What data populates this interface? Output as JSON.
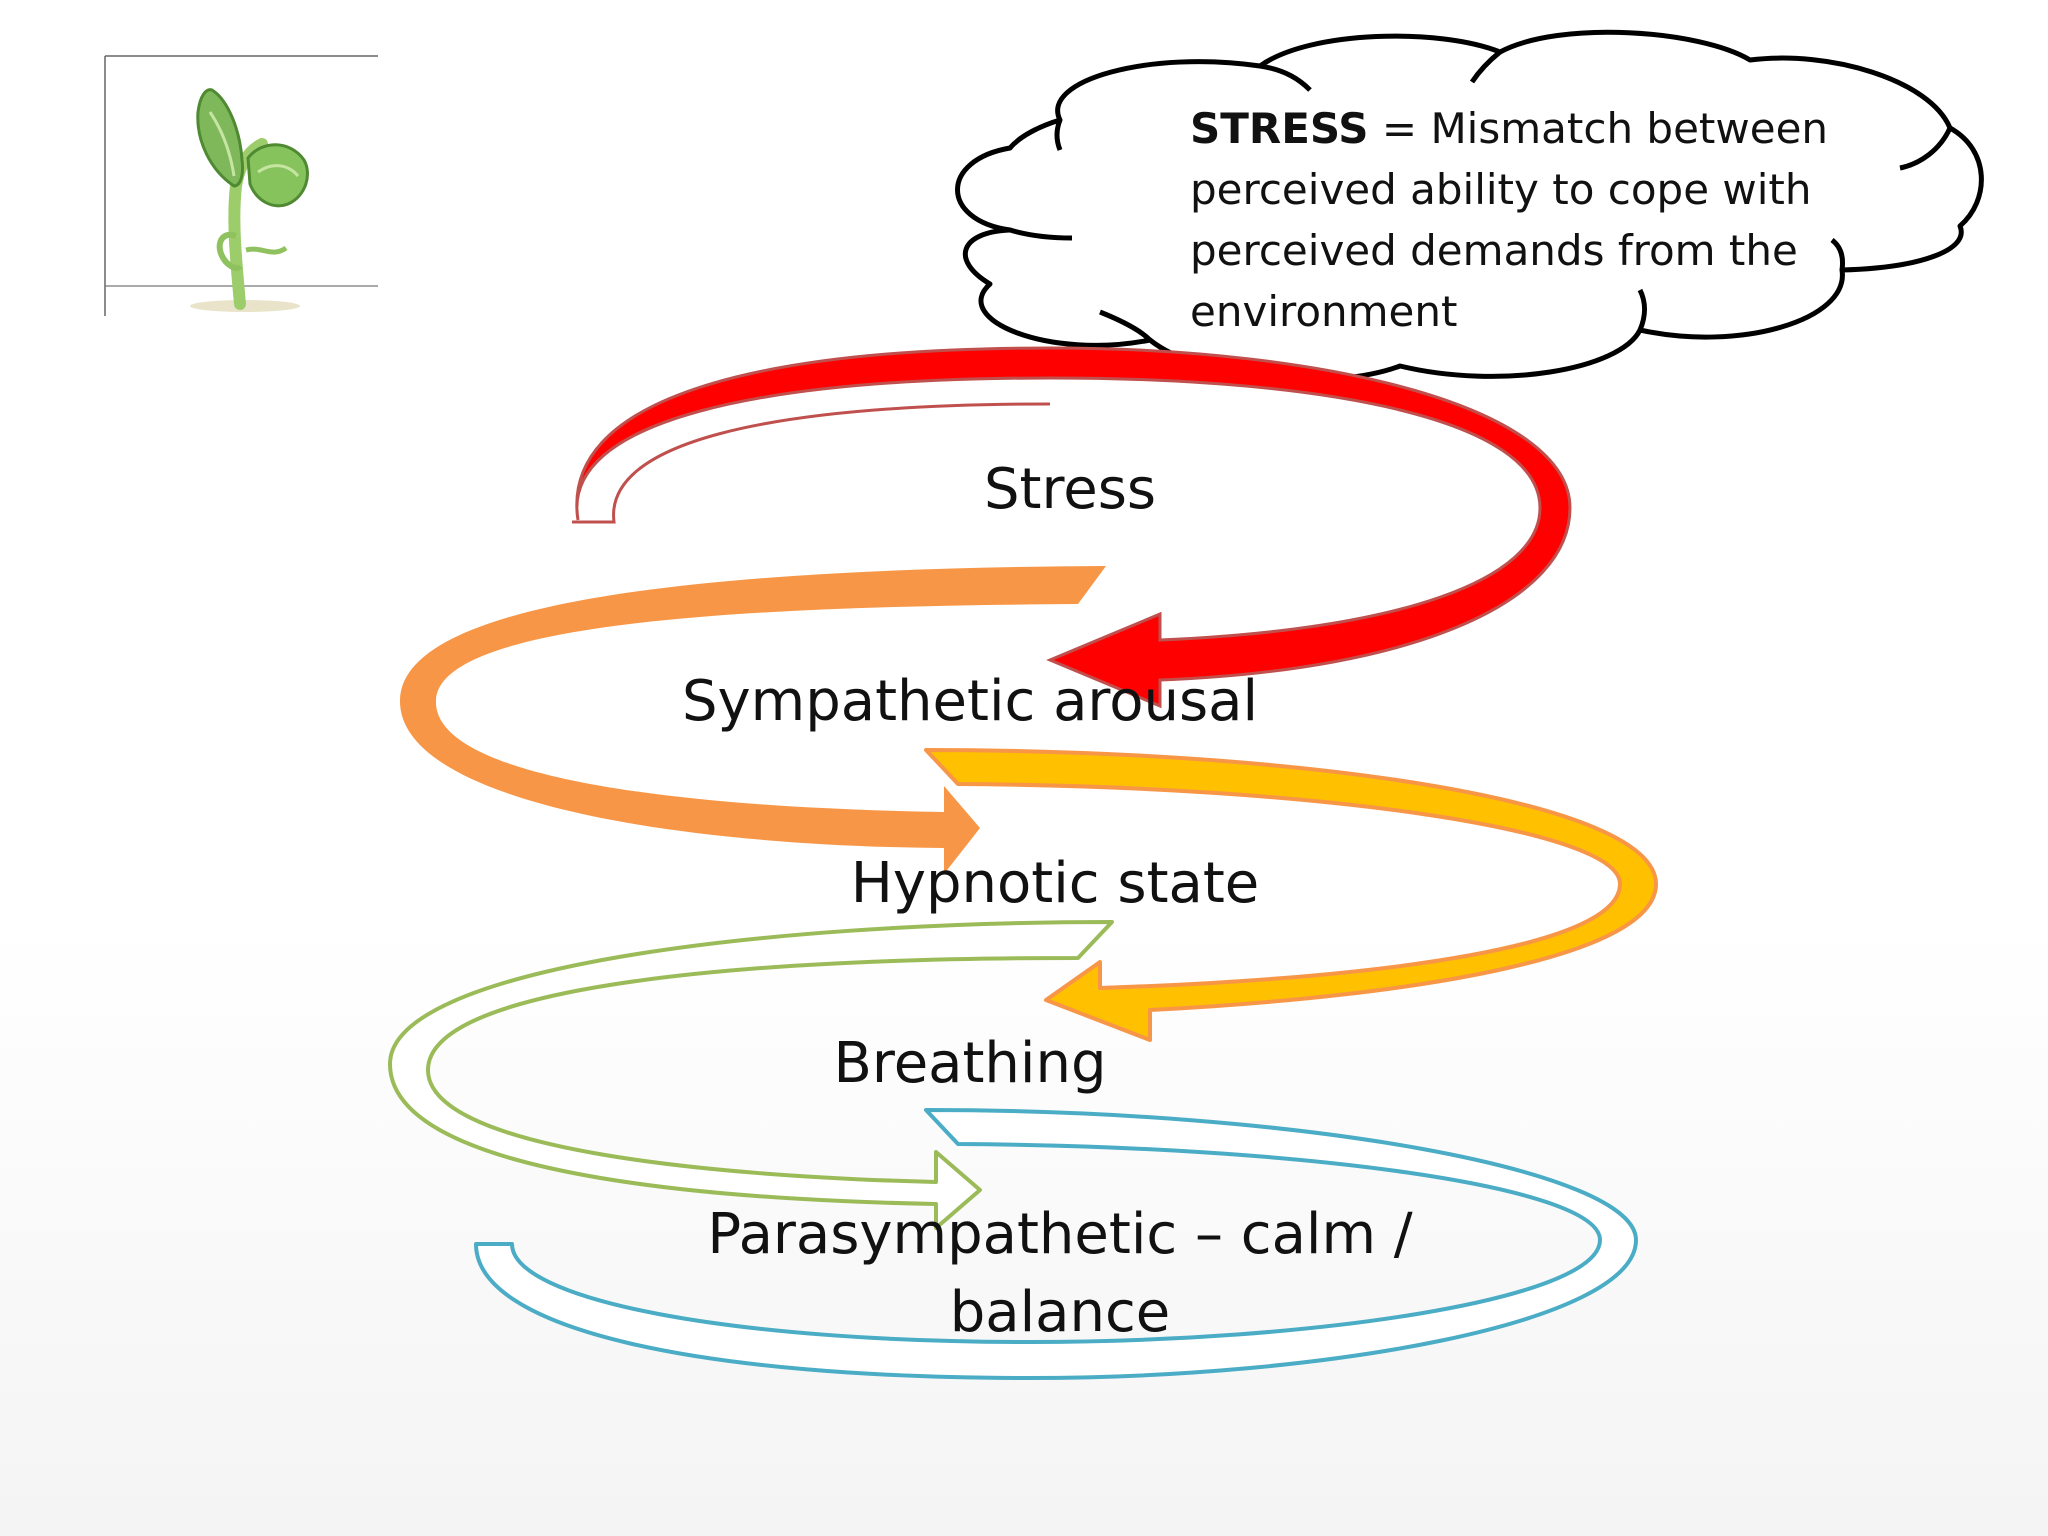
{
  "definition": {
    "term": "STRESS",
    "text": " = Mismatch between perceived ability to cope with perceived demands from the environment"
  },
  "cycle_steps": [
    {
      "label": "Stress"
    },
    {
      "label": "Sympathetic arousal"
    },
    {
      "label": "Hypnotic state"
    },
    {
      "label": "Breathing"
    },
    {
      "label": "Parasympathetic – calm / balance"
    }
  ],
  "arrow_colors": {
    "stress": "#ff0000",
    "sympathetic": "#f79646",
    "hypnotic": "#ffc000",
    "breathing": "#9bbb59",
    "parasympathetic": "#4bacc6"
  },
  "icons": {
    "logo": "seedling-icon"
  }
}
